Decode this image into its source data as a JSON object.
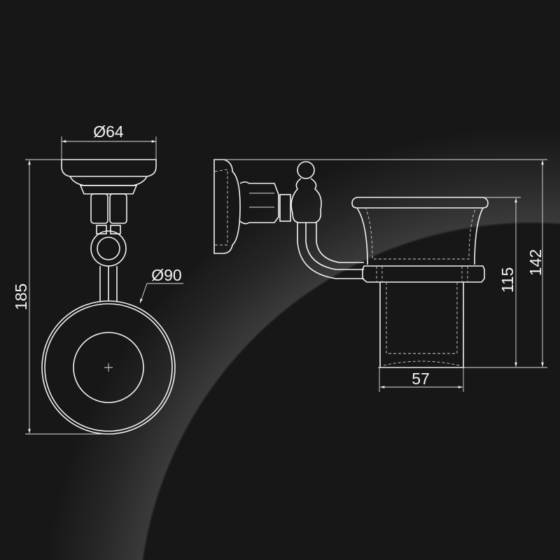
{
  "title": "Toothbrush tumbler holder dimension drawing",
  "colors": {
    "background": "#161616",
    "lines": "#f2f2f2"
  },
  "front_view": {
    "top_diameter": "Ø64",
    "cup_diameter": "Ø90",
    "height": "185"
  },
  "side_view": {
    "total_height": "142",
    "cup_height": "115",
    "cup_bottom_width": "57"
  }
}
